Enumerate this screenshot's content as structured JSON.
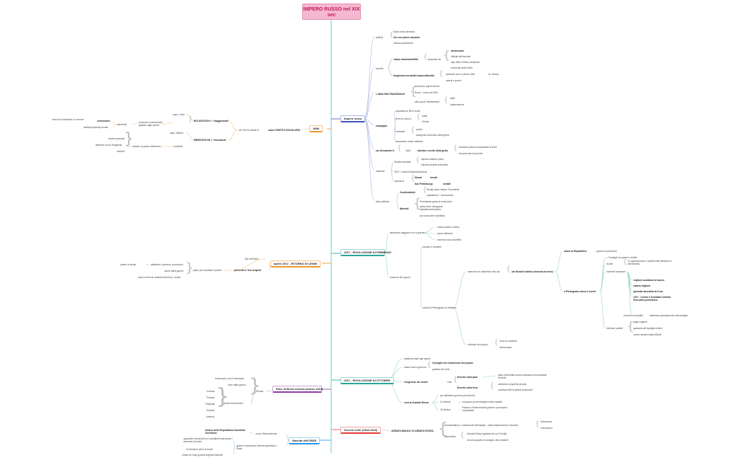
{
  "root": "IMPERO RUSSO nel XIX sec",
  "central": {
    "impero": "Impero russo",
    "feb": "1917 - RIVOLUZIONE DI FEBBRAIO",
    "ott": "1917 - RIVOLUZIONE DI OTTOBRE",
    "civile": "Guerra civile (1918-1920)",
    "y1898": "1898",
    "lenin": "aprile 1917 - RITORNO DI LENIN",
    "brest": "Pace di Brest-Litovsk (marzo 1918)",
    "urss": "Nascita dell'URSS"
  },
  "impero": {
    "politica": "politica",
    "pol1": "Stato molto arretrato",
    "pol2": "Zar con potere assoluto",
    "pol3": "nessun parlamento",
    "societa": "società",
    "classe": "classe dominante/élite",
    "composta": "composta da",
    "aristo": "aristocrazia",
    "ufficiali": "ufficiali dell'esercito",
    "capi": "capi della Chiesa ortodossa",
    "funzionari": "funzionari dello Stato",
    "borghesia": "borghesia mercantile-imprenditoriale",
    "presente": "presente solo in alcune città",
    "mosca_es": "es. Mosca",
    "operai_pov": "operai e poveri",
    "multi": "= Stato MULTINAZIONALE",
    "convive": "convivono popoli diversi",
    "russi50": "Russi = meno del 50%",
    "altri": "altri popoli: sfruttamento",
    "diritti": "diritti",
    "indip": "indipendenza",
    "campagne": "campagne",
    "popo80": "popolazione 80% rurale",
    "terra": "terra in mano a",
    "nobili": "nobili",
    "chiesa": "Chiesa",
    "contadini": "contadini",
    "poveri": "poveri",
    "sottoposti": "sottoposti al servizio della gleba",
    "vita": "lavoravano molte mietiture",
    "zarAl": "zar Alessandro II",
    "1861": "1861",
    "abolisce": "abolisce servitù della gleba",
    "comprare": "contadini possono acquistare la terra",
    "poverta": "ma aumenta la povertà",
    "industria": "industria",
    "arretrata": "Russia arretrata",
    "esporta": "esporta materie prime",
    "importa": "importa prodotti industriali",
    "industrializ": "1870 = inizia industrializzazione",
    "nascita": "nascita di",
    "mosca": "Mosca",
    "tessile": "tessile",
    "sanpietro": "San Pietroburgo",
    "metalli": "metalli",
    "idee": "idee politiche",
    "occid": "Occidentalisti",
    "occid1": "Russia deve imitare l'Occidente",
    "occid2": "capitalismo + democrazia",
    "marxisti": "Marxisti",
    "marx1": "Proletariato guida la rivoluzione",
    "marx2": "prima deve svilupparsi capitalismo/industria",
    "marx3": "poi rivoluzione socialista"
  },
  "febbraio": {
    "situazione": "situazione peggiore con la guerra",
    "s1": "manca grano e farina",
    "s2": "prezzi altissimi",
    "s3": "esercito russo sconfitto",
    "scioperi": "scioperi e proteste",
    "reazione": "reazione del popolo",
    "esercito": "esercito non obbedisce allo zar",
    "zar": "zar Nicola II abdica (rinuncia al trono)",
    "repubblica": "nasce la Repubblica",
    "governo": "governo provvisorio",
    "consiglio": "= Consiglio di operai e soldati",
    "soviet_fab": "Soviet",
    "rappr": "Ci rappresentano i soldati nelle fabbriche e nell'esercito",
    "richieste": "richieste lavoratori",
    "r1": "migliori condizioni di lavoro",
    "r2": "salario migliore",
    "r3": "giornata lavorativa di 8 ore",
    "r4": "1917 - Contro il Comitato Centrale Esecutivo provvisorio",
    "pietro": "a Pietrogrado nasce il soviet",
    "terra_cont": "la terra ai contadini",
    "distrib": "distribuire gratuitamente alla famiglia",
    "s_soldati": "richieste soldati",
    "paga": "paga migliore",
    "licenza": "garanzia del famiglia ai fanti",
    "diritti_uff": "contro assalto degli ufficiali",
    "soldati_p": "soldati di Pietrogrado si ribellano",
    "richiesta": "richieste del popolo",
    "rp1": "terra ai contadini",
    "rp2": "democrazia"
  },
  "ottobre": {
    "fabbriche": "fabbriche date agli operai",
    "nasce": "nasce nuovo governo",
    "consiglio": "Consiglio dei commissari del popolo",
    "guidato": "guidato da Lenin",
    "congresso": "Congresso dei soviet",
    "vota": "vota",
    "pace": "Decreto sulla pace",
    "pace1": "pace immediata senza annessioni (conquistare territori)",
    "terra": "Decreto sulla terra",
    "terra1": "abolizione proprietà privata",
    "terra2": "confisca beni ai grandi proprietari",
    "guardia": "crea la Guardia Rossa",
    "abbattere": "per abbattere governo provvisorio",
    "g24": "24 ottobre",
    "g24t": "occupano punti strategici della capitale",
    "g25": "25 ottobre",
    "g25t": "Palazzo d'Inverno/sede governo provvisorio conquistato"
  },
  "civile": {
    "armata": "ARMATA BIANCA VS ARMATA ROSSA",
    "bianca": "Armata Bianca = tradizionali dell'Impero",
    "bianca1": "nobili tradizionali per l'armata",
    "bolscevichi": "bolscevichi",
    "comunismo": "comunismo",
    "bolsc": "bolscevichi",
    "rossa": "Armata Rossa (guidata da Lev Trockij)",
    "vince": "vincono grazie al sostegno dei contadini"
  },
  "y1898": {
    "nasce": "nasce PARTITO SOCIALISTA",
    "nel1903": "nel 1903 si divide in",
    "bolsc": "BOLSCEVICHI = \"maggioranza\"",
    "capo_b": "capo: Lenin",
    "menscevichi": "MENSCEVICHI = \"minoranza\"",
    "capo_m": "capo: Martov",
    "proc": "processo rivoluzionario guidato dagli operai",
    "estremisti": "estremisti",
    "moderati": "moderati",
    "riformisti": "arrivare al potere attraverso",
    "mezzi": "mezzi di produzione in comune",
    "comunismo": "comunismo",
    "abolizione": "abolita proprietà privata",
    "riforme": "riforme graduali",
    "alleanze": "alleanze con la borghesia",
    "elezioni": "elezioni"
  },
  "lenin": {
    "tesi": "presenta le Tesi di aprile",
    "fine": "fine dell'esilio",
    "piano": "piano per cambiare il paese",
    "abbattere": "abbattere il governo provvisorio",
    "potere": "potere ai soviet",
    "uscire": "uscire dalla guerra",
    "terra": "dare la terra ai contadini (terreno) i soviet"
  },
  "brest": {
    "russia": "Russia",
    "firma": "firma pace con la Germania",
    "esce": "esce dalla guerra",
    "perde": "perde molti territori",
    "t1": "Ucraina",
    "t2": "Polonia",
    "t3": "Finlandia",
    "t4": "Estonia",
    "t5": "Lettonia"
  },
  "urss": {
    "nuovo": "nuovo Stato federale",
    "unione": "Unione delle Repubbliche Socialiste Sovietiche",
    "governo": "governo bolscevico diventa autoritario = Stalin",
    "oppositori": "oppositori menscevichi e socialisti rivoluzionari / avversari (nemici)",
    "pena": "si introduce pena di morte",
    "ceka": "creata la Ceka (polizia segreta violenta)"
  }
}
